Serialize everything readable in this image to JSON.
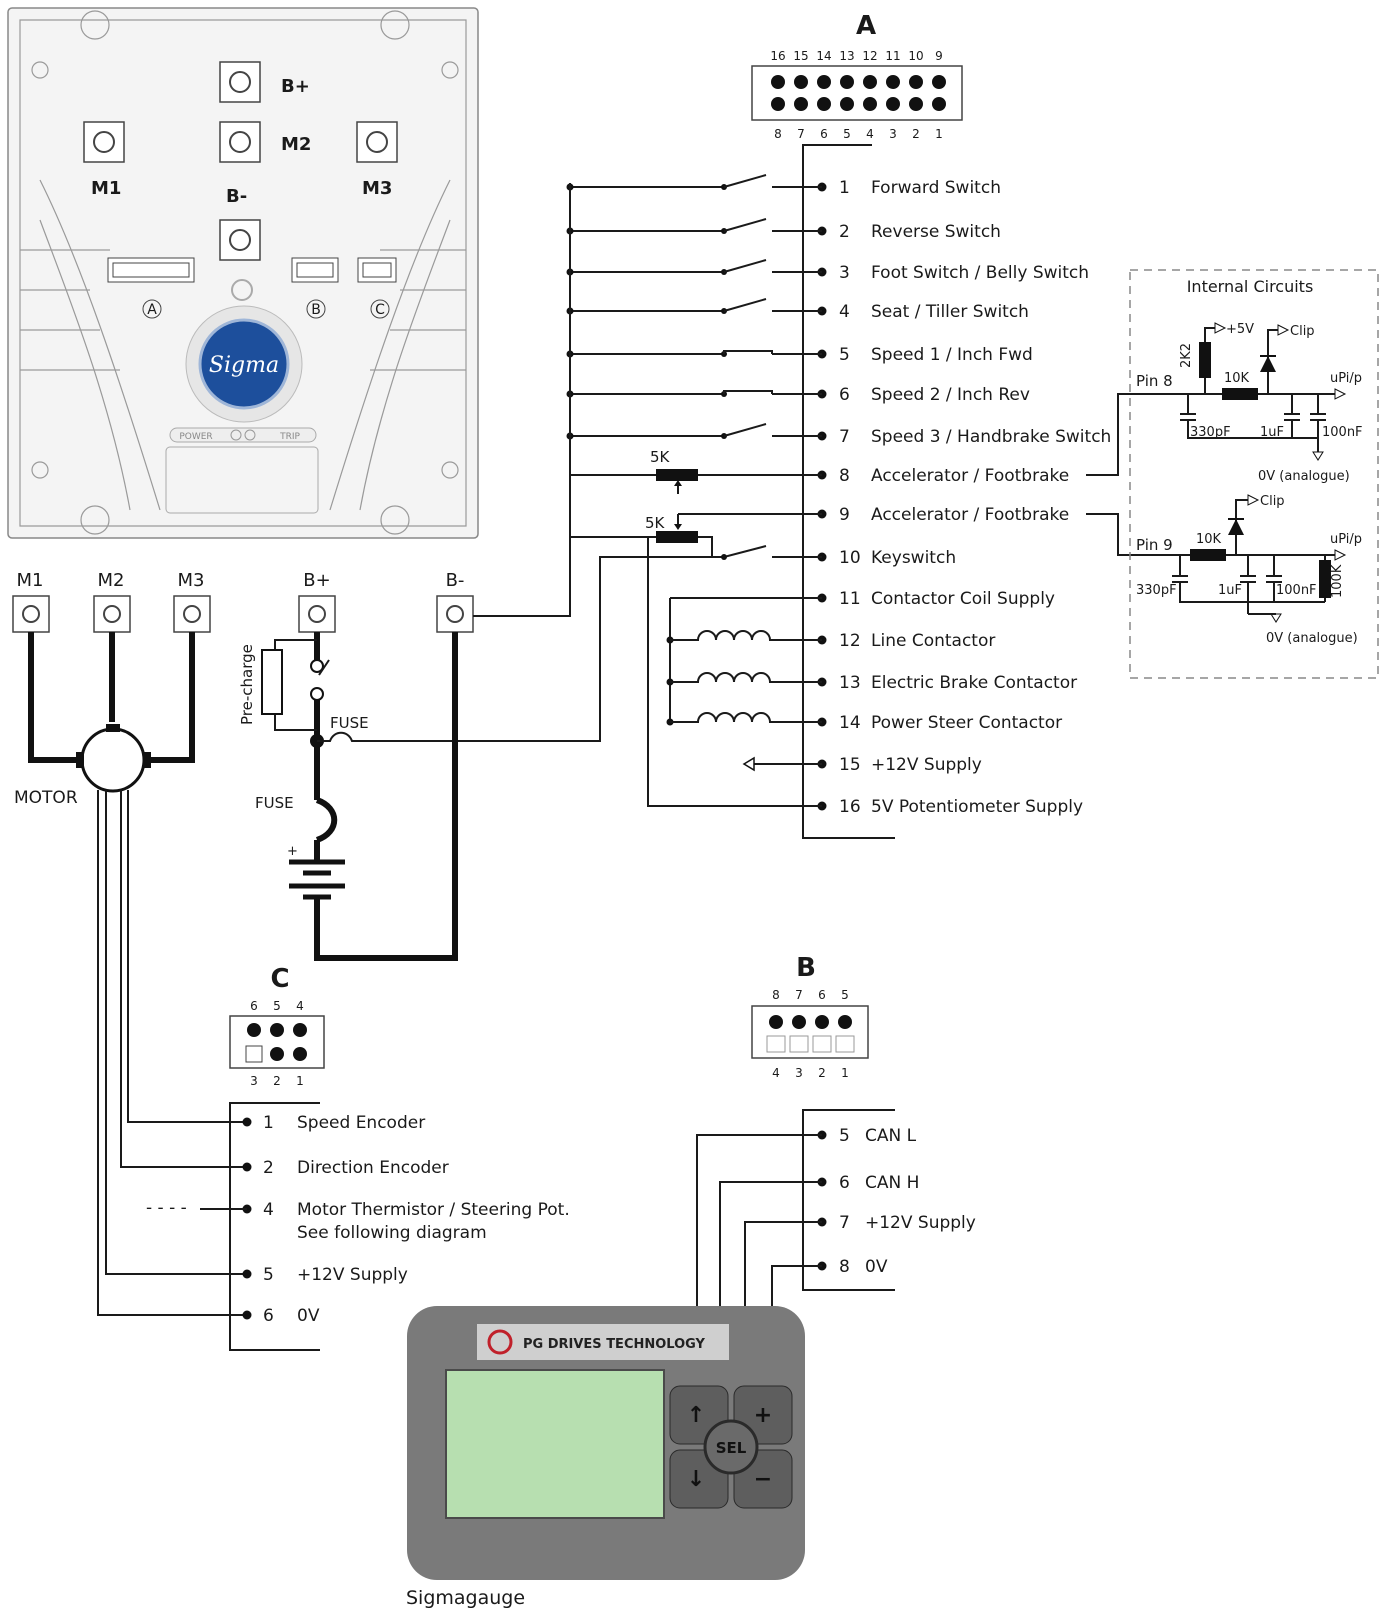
{
  "controller": {
    "terminals": [
      "B+",
      "M2",
      "M1",
      "B-",
      "M3"
    ],
    "connectors": [
      "A",
      "B",
      "C"
    ],
    "logo": "Sigma",
    "indicators": [
      "POWER",
      "TRIP"
    ]
  },
  "power": {
    "terminals": [
      "M1",
      "M2",
      "M3",
      "B+",
      "B-"
    ],
    "motor_label": "MOTOR",
    "precharge_label": "Pre-charge",
    "fuse1": "FUSE",
    "fuse2": "FUSE",
    "battery_plus": "+"
  },
  "connector_a": {
    "title": "A",
    "top_pins": [
      "16",
      "15",
      "14",
      "13",
      "12",
      "11",
      "10",
      "9"
    ],
    "bottom_pins": [
      "8",
      "7",
      "6",
      "5",
      "4",
      "3",
      "2",
      "1"
    ],
    "pots": [
      "5K",
      "5K"
    ],
    "pins": [
      {
        "num": "1",
        "label": "Forward Switch"
      },
      {
        "num": "2",
        "label": "Reverse Switch"
      },
      {
        "num": "3",
        "label": "Foot Switch / Belly Switch"
      },
      {
        "num": "4",
        "label": "Seat / Tiller Switch"
      },
      {
        "num": "5",
        "label": "Speed 1 / Inch Fwd"
      },
      {
        "num": "6",
        "label": "Speed 2  / Inch Rev"
      },
      {
        "num": "7",
        "label": "Speed 3 / Handbrake Switch"
      },
      {
        "num": "8",
        "label": "Accelerator / Footbrake"
      },
      {
        "num": "9",
        "label": "Accelerator / Footbrake"
      },
      {
        "num": "10",
        "label": "Keyswitch"
      },
      {
        "num": "11",
        "label": "Contactor Coil Supply"
      },
      {
        "num": "12",
        "label": "Line Contactor"
      },
      {
        "num": "13",
        "label": "Electric Brake Contactor"
      },
      {
        "num": "14",
        "label": "Power Steer Contactor"
      },
      {
        "num": "15",
        "label": "+12V Supply"
      },
      {
        "num": "16",
        "label": "5V Potentiometer Supply"
      }
    ]
  },
  "internal": {
    "title": "Internal Circuits",
    "pin8": "Pin 8",
    "pin9": "Pin 9",
    "plus5v": "+5V",
    "clip": "Clip",
    "r2k2": "2K2",
    "r10k": "10K",
    "c330": "330pF",
    "c1u": "1uF",
    "c100n": "100nF",
    "r100k": "100K",
    "uip": "uPi/p",
    "ov": "0V (analogue)"
  },
  "connector_b": {
    "title": "B",
    "top_pins": [
      "8",
      "7",
      "6",
      "5"
    ],
    "bottom_pins": [
      "4",
      "3",
      "2",
      "1"
    ],
    "pins": [
      {
        "num": "5",
        "label": "CAN L"
      },
      {
        "num": "6",
        "label": "CAN H"
      },
      {
        "num": "7",
        "label": "+12V Supply"
      },
      {
        "num": "8",
        "label": "0V"
      }
    ]
  },
  "connector_c": {
    "title": "C",
    "top_pins": [
      "6",
      "5",
      "4"
    ],
    "bottom_pins": [
      "3",
      "2",
      "1"
    ],
    "dash": "- - - -",
    "pins": [
      {
        "num": "1",
        "label": "Speed Encoder"
      },
      {
        "num": "2",
        "label": "Direction Encoder"
      },
      {
        "num": "4",
        "label": "Motor Thermistor / Steering Pot.",
        "label2": "See following diagram"
      },
      {
        "num": "5",
        "label": "+12V Supply"
      },
      {
        "num": "6",
        "label": "0V"
      }
    ]
  },
  "sigmagauge": {
    "brand": "PG DRIVES TECHNOLOGY",
    "label": "Sigmagauge",
    "buttons": {
      "up": "↑",
      "down": "↓",
      "plus": "+",
      "minus": "−",
      "sel": "SEL"
    },
    "colors": {
      "body": "#7a7a7a",
      "screen": "#b7dfb0",
      "buttons": "#5e5e5e"
    }
  }
}
